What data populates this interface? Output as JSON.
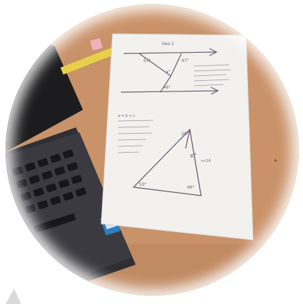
{
  "scene": {
    "description_tag": "photo",
    "objects": [
      "laptop-keyboard",
      "pencil",
      "worksheet-paper",
      "desk"
    ]
  },
  "worksheet": {
    "top_header": "Geo 1",
    "top_angles": [
      "53°",
      "47°",
      "x°",
      "46°"
    ],
    "bottom_angles": [
      "28°",
      "x°",
      "53°",
      "46°",
      "x+14"
    ],
    "ref_text_left": "a = b + c"
  },
  "colors": {
    "desk": "#c89068",
    "paper": "#f2f0ee",
    "laptop": "#2a2a2c",
    "pencil": "#e8d24a",
    "ink": "#6a5a70"
  }
}
